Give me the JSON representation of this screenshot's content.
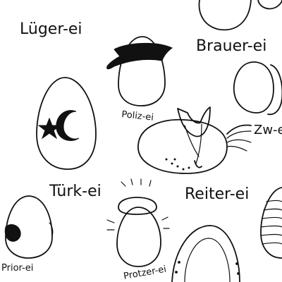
{
  "labels": {
    "luger": "Lüger-ei",
    "brauer": "Brauer-ei",
    "poliz": "Poliz-ei",
    "zw": "Zw-e",
    "turk": "Türk-ei",
    "reiter": "Reiter-ei",
    "prior": "Prior-ei",
    "protzer": "Protzer-ei"
  },
  "colors": {
    "ink": "#111111",
    "paper": "#ffffff"
  }
}
